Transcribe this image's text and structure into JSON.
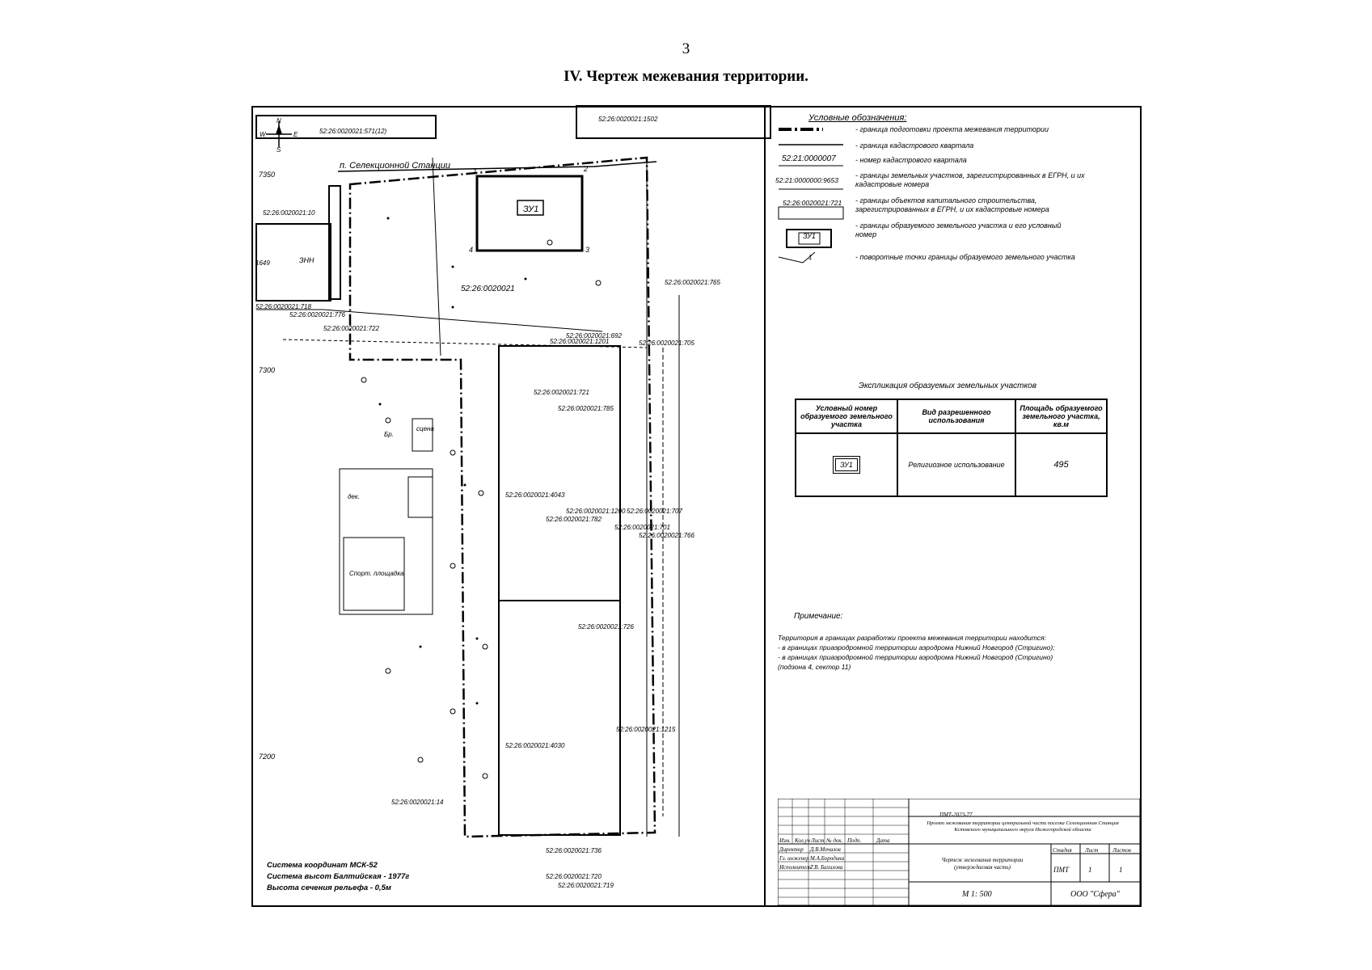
{
  "page_number": "3",
  "heading": "IV.    Чертеж межевания территории.",
  "legend": {
    "title": "Условные обозначения:",
    "items": [
      {
        "sample": "",
        "text": "- граница подготовки проекта межевания территории"
      },
      {
        "sample": "",
        "text": "- граница кадастрового квартала"
      },
      {
        "sample": "52:21:0000007",
        "text": "- номер кадастрового квартала"
      },
      {
        "sample": "52:21:0000000:9653",
        "text": "- границы земельных участков, зарегистрированных в ЕГРН, и их кадастровые номера"
      },
      {
        "sample": "52:26:0020021:721",
        "text": "- границы объектов капитального строительства, зарегистрированных в ЕГРН, и их кадастровые номера"
      },
      {
        "sample": "ЗУ1",
        "text": "- границы образуемого земельного участка и его условный номер"
      },
      {
        "sample": "1",
        "text": "- поворотные точки границы образуемого земельного участка"
      }
    ]
  },
  "explication": {
    "title": "Экспликация образуемых земельных участков",
    "headers": [
      "Условный номер образуемого земельного участка",
      "Вид разрешенного использования",
      "Площадь образуемого земельного участка, кв.м"
    ],
    "row": {
      "id": "ЗУ1",
      "use": "Религиозное использование",
      "area": "495"
    }
  },
  "notes": {
    "title": "Примечание:",
    "lines": [
      "Территория в границах разработки проекта межевания территории находится:",
      "- в границах приаэродромной территории аэродрома Нижний Новгород (Стригино);",
      "- в границах приаэродромной территории аэродрома Нижний Новгород (Стригино)",
      "(подзона 4, сектор 11)"
    ]
  },
  "coordinate_system": [
    "Система координат МСК-52",
    "Система высот Балтийская - 1977г",
    "Высота сечения рельефа - 0,5м"
  ],
  "map": {
    "compass": {
      "n": "N",
      "s": "S",
      "w": "W",
      "e": "E"
    },
    "street": "п. Селекционной Станции",
    "grid": [
      "7350",
      "7300",
      "7200",
      "1649"
    ],
    "parcel_label": "ЗУ1",
    "labels": [
      "52:26:0020021:571(12)",
      "52:26:0020021:1502",
      "52:26:0020021:10",
      "52:26:0020021",
      "52:26:0020021:765",
      "52:26:0020021:718",
      "52:26:0020021:776",
      "52:26:0020021:722",
      "52:26:0020021:692",
      "52:26:0020021:705",
      "52:26:0020021:721",
      "52:26:0020021:1201",
      "52:26:0020021:785",
      "52:26:0020021:4043",
      "52:26:0020021:1200",
      "52:26:0020021:707",
      "52:26:0020021:701",
      "52:26:0020021:766",
      "52:26:0020021:726",
      "52:26:0020021:4030",
      "52:26:0020021:1215",
      "52:26:0020021:736",
      "52:26:0020021:720",
      "52:26:0020021:719",
      "52:26:0020021:14",
      "52:26:0020021:782",
      "Спорт. площадка",
      "Бр.",
      "дек.",
      "сцена",
      "ЗНН"
    ]
  },
  "stamp": {
    "code": "ПМТ-2023-77",
    "project": "Проект межевания территории центральной части поселка Селекционная Станция Кстовского муниципального округа Нижегородской области",
    "columns": [
      "Изм.",
      "Кол.уч",
      "Лист",
      "№ док.",
      "Подп.",
      "Дата"
    ],
    "people": [
      {
        "role": "Директор",
        "name": "Д.В.Мочалов"
      },
      {
        "role": "Гл. инженер",
        "name": "М.А.Бородина"
      },
      {
        "role": "Исполнитель",
        "name": "Т.В. Бахилова"
      }
    ],
    "sheet_title": "Чертеж межевания территории (утверждаемая часть)",
    "stage_header": "Стадия",
    "sheet_header": "Лист",
    "sheets_header": "Листов",
    "stage": "ПМТ",
    "sheet": "1",
    "sheets": "1",
    "scale": "М 1: 500",
    "company": "ООО \"Сфера\""
  }
}
